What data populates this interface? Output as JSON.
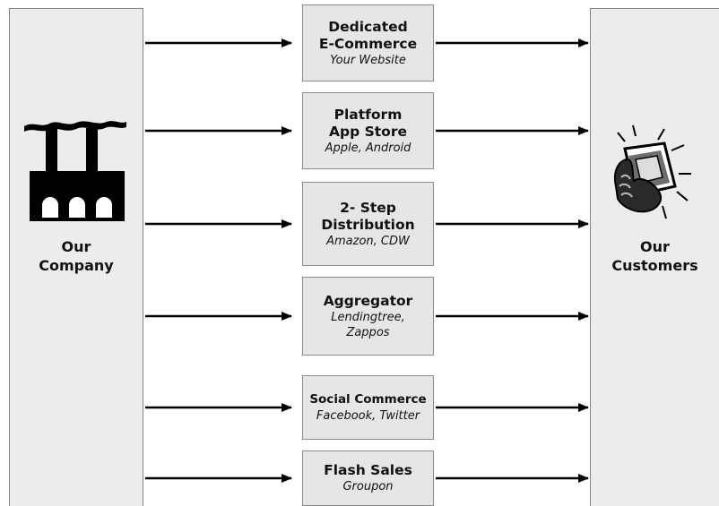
{
  "company": {
    "label": "Our Company",
    "icon": "factory-icon"
  },
  "customers": {
    "label": "Our Customers",
    "icon": "money-hand-icon"
  },
  "channels": [
    {
      "title": [
        "Dedicated",
        "E-Commerce"
      ],
      "subtitle": [
        "Your Website"
      ]
    },
    {
      "title": [
        "Platform",
        "App Store"
      ],
      "subtitle": [
        "Apple, Android"
      ]
    },
    {
      "title": [
        "2- Step",
        "Distribution"
      ],
      "subtitle": [
        "Amazon, CDW"
      ]
    },
    {
      "title": [
        "Aggregator"
      ],
      "subtitle": [
        "Lendingtree,",
        "Zappos"
      ]
    },
    {
      "title": [
        "Social Commerce"
      ],
      "subtitle": [
        "Facebook, Twitter"
      ]
    },
    {
      "title": [
        "Flash Sales"
      ],
      "subtitle": [
        "Groupon"
      ]
    }
  ],
  "colors": {
    "panel": "#ececec",
    "box": "#e6e6e6",
    "border": "#8a8a8a",
    "arrow": "#000000"
  }
}
